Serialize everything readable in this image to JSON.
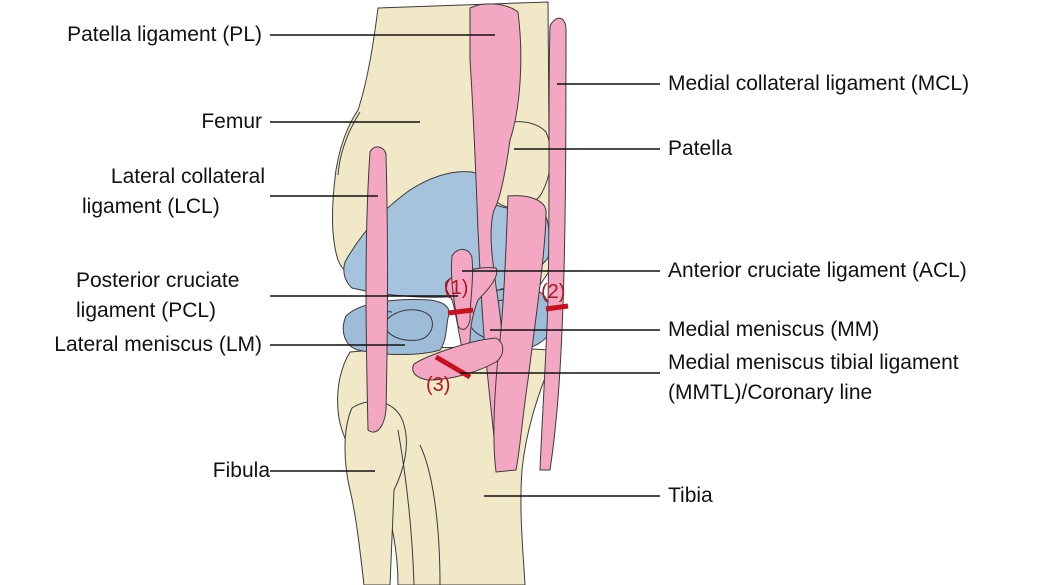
{
  "colors": {
    "bone": "#f1e8c7",
    "ligament": "#f4a7c2",
    "cartilage": "#a5c3dd",
    "meniscus": "#9dbcd8",
    "outline": "#3b3b3b",
    "cut_mark": "#c8101e",
    "cut_label": "#b01520",
    "leader_line": "#111111"
  },
  "labels": {
    "patella_ligament": "Patella ligament (PL)",
    "femur": "Femur",
    "lcl_line1": "Lateral collateral",
    "lcl_line2": "ligament (LCL)",
    "pcl_line1": "Posterior cruciate",
    "pcl_line2": "ligament (PCL)",
    "lateral_meniscus": "Lateral meniscus (LM)",
    "fibula": "Fibula",
    "mcl": "Medial collateral ligament (MCL)",
    "patella": "Patella",
    "acl": "Anterior cruciate ligament (ACL)",
    "medial_meniscus": "Medial meniscus (MM)",
    "mmtl_line1": "Medial meniscus tibial ligament",
    "mmtl_line2": "(MMTL)/Coronary line",
    "tibia": "Tibia"
  },
  "cut_sites": [
    "(1)",
    "(2)",
    "(3)"
  ]
}
